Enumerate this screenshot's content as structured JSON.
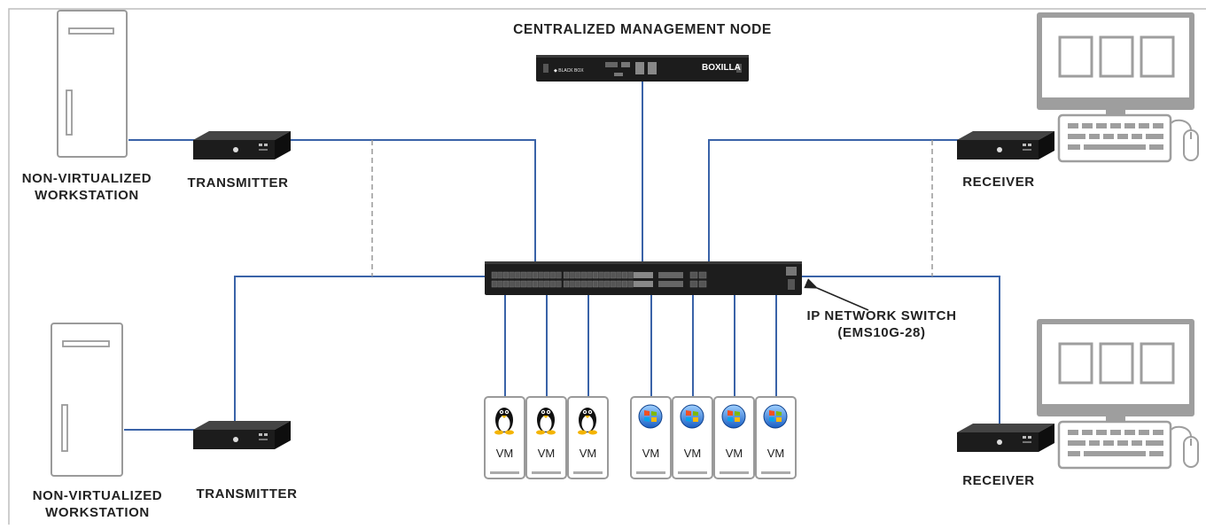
{
  "colors": {
    "link": "#3a63a8",
    "dashed": "#999999",
    "device_outline": "#9a9a9a",
    "appliance": "#1c1c1c",
    "text": "#222222"
  },
  "labels": {
    "management_node": "CENTRALIZED MANAGEMENT NODE",
    "workstation_top": [
      "NON-VIRTUALIZED",
      "WORKSTATION"
    ],
    "workstation_bottom": [
      "NON-VIRTUALIZED",
      "WORKSTATION"
    ],
    "transmitter_top": "TRANSMITTER",
    "transmitter_bottom": "TRANSMITTER",
    "receiver_top": "RECEIVER",
    "receiver_bottom": "RECEIVER",
    "switch": [
      "IP NETWORK SWITCH",
      "(EMS10G-28)"
    ],
    "boxilla_brand": "BOXILLA",
    "boxilla_logo": "BLACK BOX"
  },
  "vms": [
    {
      "os": "linux",
      "label": "VM"
    },
    {
      "os": "linux",
      "label": "VM"
    },
    {
      "os": "linux",
      "label": "VM"
    },
    {
      "os": "windows",
      "label": "VM"
    },
    {
      "os": "windows",
      "label": "VM"
    },
    {
      "os": "windows",
      "label": "VM"
    },
    {
      "os": "windows",
      "label": "VM"
    }
  ],
  "icons": {
    "workstation": "tower-pc-icon",
    "extender": "kvm-extender-icon",
    "monitor": "monitor-icon",
    "keyboard": "keyboard-icon",
    "mouse": "mouse-icon",
    "linux": "tux-icon",
    "windows": "windows-logo-icon"
  }
}
